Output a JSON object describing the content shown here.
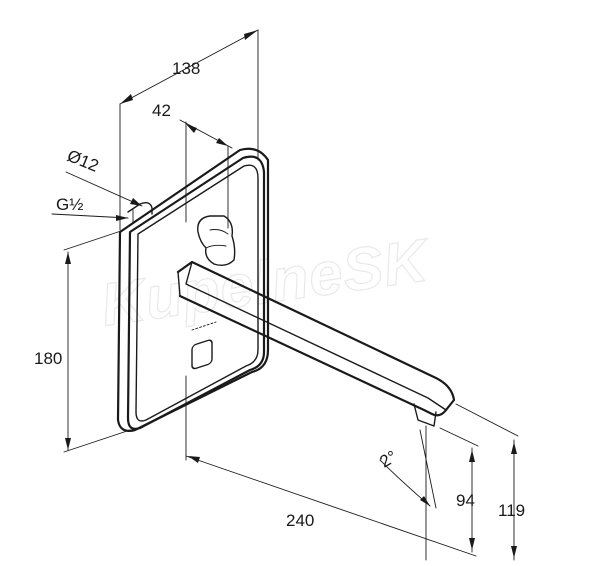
{
  "watermark": "KupelneSK",
  "dimensions": {
    "width_total": "138",
    "depth_plate": "42",
    "pipe_diameter": "Ø12",
    "thread": "G½",
    "plate_height": "180",
    "spout_length": "240",
    "tilt_angle": "2°",
    "outlet_height": "94",
    "spout_height": "119"
  },
  "colors": {
    "line": "#1a1a1a",
    "watermark": "#e9e9e9",
    "background": "#ffffff"
  }
}
